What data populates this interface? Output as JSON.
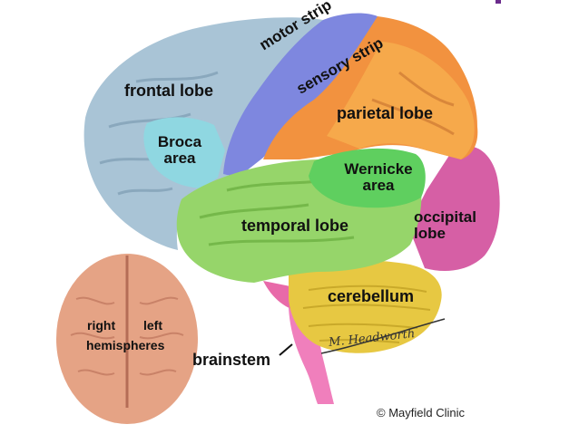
{
  "labels": {
    "frontal_lobe": "frontal lobe",
    "motor_strip": "motor strip",
    "sensory_strip": "sensory strip",
    "parietal_lobe": "parietal lobe",
    "broca_line1": "Broca",
    "broca_line2": "area",
    "wernicke_line1": "Wernicke",
    "wernicke_line2": "area",
    "temporal_lobe": "temporal lobe",
    "occipital_line1": "occipital",
    "occipital_line2": "lobe",
    "cerebellum": "cerebellum",
    "brainstem": "brainstem",
    "hemi_right": "right",
    "hemi_left": "left",
    "hemispheres": "hemispheres"
  },
  "signature": "M. Headworth",
  "credit": "© Mayfield Clinic",
  "colors": {
    "frontal": "#a9c4d6",
    "motor": "#7e87df",
    "sensory": "#f2923f",
    "parietal": "#f6a94b",
    "broca": "#8fd7e1",
    "wernicke": "#5fcf5f",
    "temporal": "#96d56a",
    "occipital": "#d65fa5",
    "cerebellum": "#e7c842",
    "brainstem": "#f07fbc",
    "top_view": "#e5a385"
  }
}
